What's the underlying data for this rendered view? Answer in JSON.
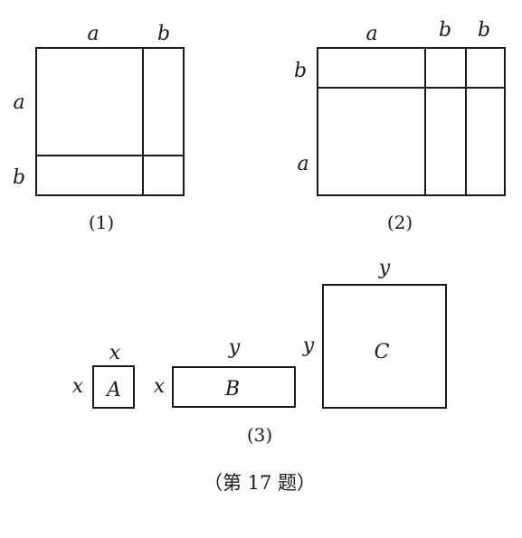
{
  "figure1": {
    "label_top_a": "a",
    "label_top_b": "b",
    "label_side_a": "a",
    "label_side_b": "b",
    "caption": "(1)"
  },
  "figure2": {
    "label_top_a": "a",
    "label_top_b1": "b",
    "label_top_b2": "b",
    "label_side_b": "b",
    "label_side_a": "a",
    "caption": "(2)"
  },
  "figure3": {
    "A": {
      "top": "x",
      "side": "x",
      "name": "A"
    },
    "B": {
      "top": "y",
      "side": "x",
      "name": "B"
    },
    "C": {
      "top": "y",
      "side": "y",
      "name": "C"
    },
    "caption": "(3)"
  },
  "problem_label": "（第 17 题）"
}
